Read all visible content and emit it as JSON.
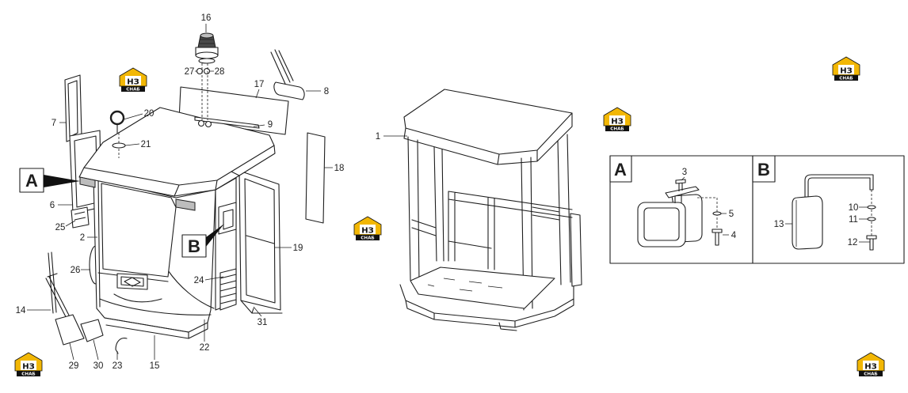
{
  "diagram": {
    "callouts": {
      "n1": "1",
      "n2": "2",
      "n3": "3",
      "n4": "4",
      "n5": "5",
      "n6": "6",
      "n7": "7",
      "n8": "8",
      "n9": "9",
      "n10": "10",
      "n11": "11",
      "n12": "12",
      "n13": "13",
      "n14": "14",
      "n15": "15",
      "n16": "16",
      "n17": "17",
      "n18": "18",
      "n19": "19",
      "n20": "20",
      "n21": "21",
      "n22": "22",
      "n23": "23",
      "n24": "24",
      "n25": "25",
      "n26": "26",
      "n27": "27",
      "n28": "28",
      "n29": "29",
      "n30": "30",
      "n31": "31"
    },
    "view_markers": {
      "a": "A",
      "b": "B"
    },
    "detail_a": {
      "title": "A"
    },
    "detail_b": {
      "title": "B"
    }
  },
  "watermark_logo": {
    "mark": "НЗ",
    "text": "СНАБ"
  },
  "colors": {
    "line": "#1e1e1e",
    "logo_yellow": "#f2b705",
    "logo_dark": "#111111",
    "background": "#ffffff"
  }
}
